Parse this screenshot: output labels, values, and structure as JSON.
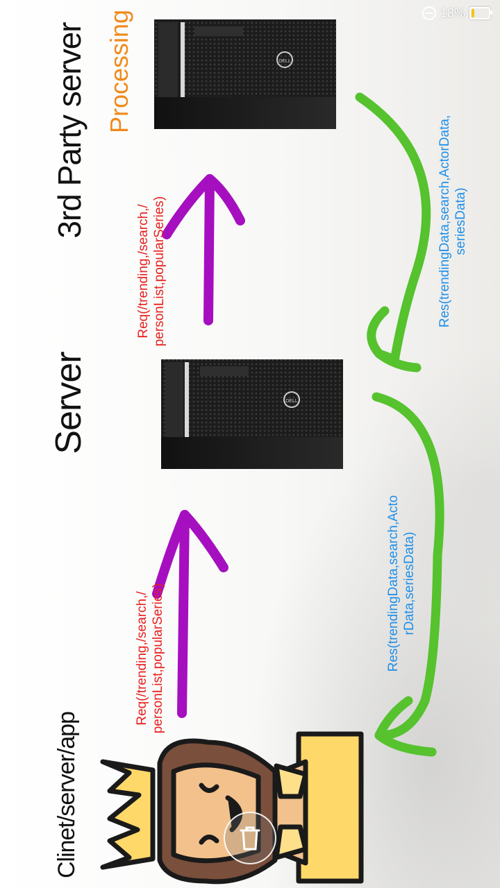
{
  "status_bar": {
    "battery_text": "18%",
    "battery_level": 0.18
  },
  "labels": {
    "third_party": "3rd Party server",
    "processing": "Processing",
    "server": "Server",
    "client": "Clinet/server/app"
  },
  "arrows": {
    "req_top": "Req(/trending,/search,/\npersonList,popularSeries)",
    "req_bottom": "Req(/trending,/search,/\npersonList,popularSeries)",
    "res_top": "Res(trendingData,search,ActorData,\nseriesData)",
    "res_bottom": "Res(trendingData,search,Acto\nrData,seriesData)"
  },
  "colors": {
    "request_arrow": "#a60fbf",
    "response_arrow": "#55c22e",
    "request_text": "#e8201e",
    "response_text": "#1f8fe8",
    "processing_text": "#f08a1c"
  },
  "icons": {
    "server_top": "server-tower-icon",
    "server_middle": "server-tower-icon",
    "client": "king-avatar-icon",
    "delete": "trash-icon"
  }
}
